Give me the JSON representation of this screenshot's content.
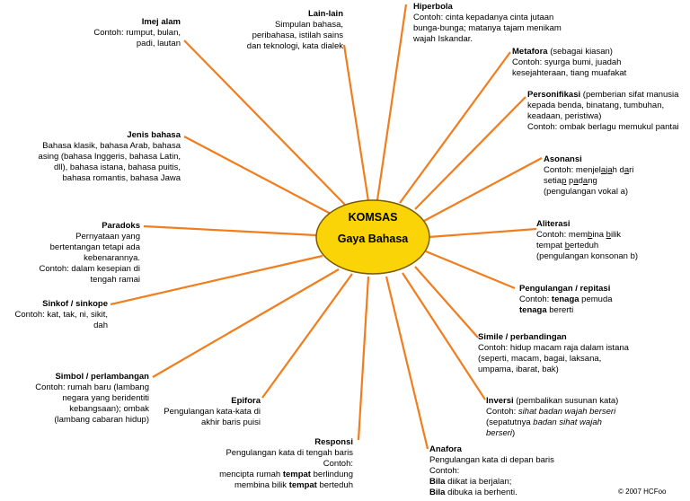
{
  "center": {
    "title": "KOMSAS",
    "subtitle": "Gaya Bahasa"
  },
  "colors": {
    "spoke": "#f07d1e",
    "center_fill": "#fad406",
    "center_stroke": "#7a5a00"
  },
  "nodes": {
    "imej_alam": {
      "title": "Imej alam",
      "lines": [
        "Contoh: rumput, bulan,",
        "padi, lautan"
      ]
    },
    "lain_lain": {
      "title": "Lain-lain",
      "lines": [
        "Simpulan bahasa,",
        "peribahasa, istilah sains",
        "dan teknologi, kata dialek"
      ]
    },
    "hiperbola": {
      "title": "Hiperbola",
      "lines": [
        "Contoh: cinta kepadanya cinta jutaan",
        "bunga-bunga; matanya tajam menikam",
        "wajah Iskandar."
      ]
    },
    "metafora": {
      "title": "Metafora",
      "title_suffix": " (sebagai kiasan)",
      "lines": [
        "Contoh: syurga bumi, juadah",
        "kesejahteraan, tiang muafakat"
      ]
    },
    "personifikasi": {
      "title": "Personifikasi",
      "title_suffix": " (pemberian sifat manusia",
      "lines": [
        "kepada benda, binatang, tumbuhan,",
        "keadaan, peristiwa)",
        "Contoh: ombak berlagu memukul pantai"
      ]
    },
    "jenis_bahasa": {
      "title": "Jenis bahasa",
      "lines": [
        "Bahasa klasik, bahasa Arab, bahasa",
        "asing (bahasa Inggeris, bahasa Latin,",
        "dll), bahasa istana, bahasa puitis,",
        "bahasa romantis, bahasa Jawa"
      ]
    },
    "asonansi": {
      "title": "Asonansi",
      "line1_a": "Contoh: menjel",
      "line1_u1": "a",
      "line1_b": "j",
      "line1_u2": "a",
      "line1_c": "h d",
      "line1_u3": "a",
      "line1_d": "ri",
      "line2_a": "setia",
      "line2_u1": "p",
      "line2_b": " p",
      "line2_u2": "a",
      "line2_c": "d",
      "line2_u3": "a",
      "line2_d": "ng",
      "line3": "(pengulangan vokal a)"
    },
    "paradoks": {
      "title": "Paradoks",
      "lines": [
        "Pernyataan yang",
        "bertentangan tetapi ada",
        "kebenarannya.",
        "Contoh: dalam kesepian di",
        "tengah ramai"
      ]
    },
    "aliterasi": {
      "title": "Aliterasi",
      "line1_a": "Contoh: mem",
      "line1_u1": "b",
      "line1_b": "ina ",
      "line1_u2": "b",
      "line1_c": "ilik",
      "line2_a": "tempat ",
      "line2_u1": "b",
      "line2_b": "erteduh",
      "line3": "(pengulangan konsonan b)"
    },
    "pengulangan": {
      "title": "Pengulangan / repitasi",
      "line1_a": "Contoh: ",
      "line1_bold": "tenaga",
      "line1_b": " pemuda",
      "line2_bold": "tenaga",
      "line2_b": " bererti"
    },
    "sinkof": {
      "title": "Sinkof / sinkope",
      "lines": [
        "Contoh: kat, tak, ni, sikit,",
        "dah"
      ]
    },
    "simile": {
      "title": "Simile / perbandingan",
      "lines": [
        "Contoh: hidup macam raja dalam istana",
        "(seperti, macam, bagai, laksana,",
        "umpama, ibarat, bak)"
      ]
    },
    "simbol": {
      "title": "Simbol / perlambangan",
      "lines": [
        "Contoh: rumah baru (lambang",
        "negara yang beridentiti",
        "kebangsaan); ombak",
        "(lambang cabaran hidup)"
      ]
    },
    "epifora": {
      "title": "Epifora",
      "lines": [
        "Pengulangan kata-kata di",
        "akhir baris puisi"
      ]
    },
    "inversi": {
      "title": "Inversi",
      "title_suffix": " (pembalikan susunan kata)",
      "line1_a": "Contoh: ",
      "line1_i": "sihat badan wajah berseri",
      "line2_a": "(sepatutnya ",
      "line2_i": "badan sihat wajah",
      "line3_i": "berseri",
      "line3_b": ")"
    },
    "responsi": {
      "title": "Responsi",
      "line1": "Pengulangan kata di tengah baris",
      "line2": "Contoh:",
      "line3_a": "mencipta rumah ",
      "line3_bold": "tempat",
      "line3_b": " berlindung",
      "line4_a": "membina bilik ",
      "line4_bold": "tempat",
      "line4_b": " berteduh"
    },
    "anafora": {
      "title": "Anafora",
      "line1": "Pengulangan kata di depan baris",
      "line2": "Contoh:",
      "line3_bold": "Bila",
      "line3_b": " diikat ia berjalan;",
      "line4_bold": "Bila",
      "line4_b": " dibuka ia berhenti."
    }
  },
  "copyright": "© 2007 HCFoo"
}
